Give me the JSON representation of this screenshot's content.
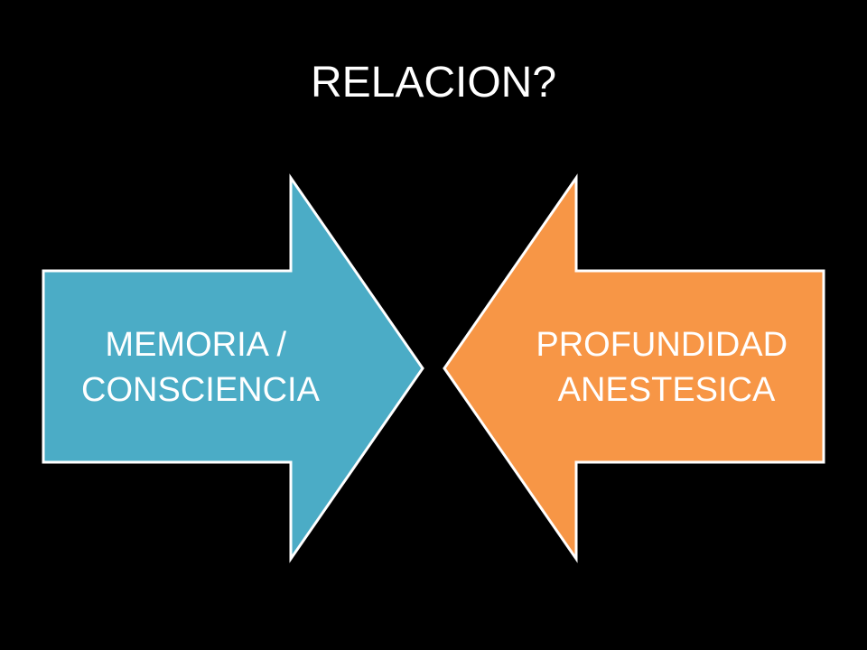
{
  "slide": {
    "title": "RELACION?"
  },
  "diagram": {
    "left_arrow": {
      "lines": [
        "MEMORIA /",
        "CONSCIENCIA"
      ],
      "fill": "#4BACC6",
      "text_color": "#FFFFFF",
      "direction": "right"
    },
    "right_arrow": {
      "lines": [
        "PROFUNDIDAD",
        "ANESTESICA"
      ],
      "fill": "#F79646",
      "text_color": "#FFFFFF",
      "direction": "left"
    },
    "outline_color": "#FFFFFF",
    "background": "#000000"
  }
}
